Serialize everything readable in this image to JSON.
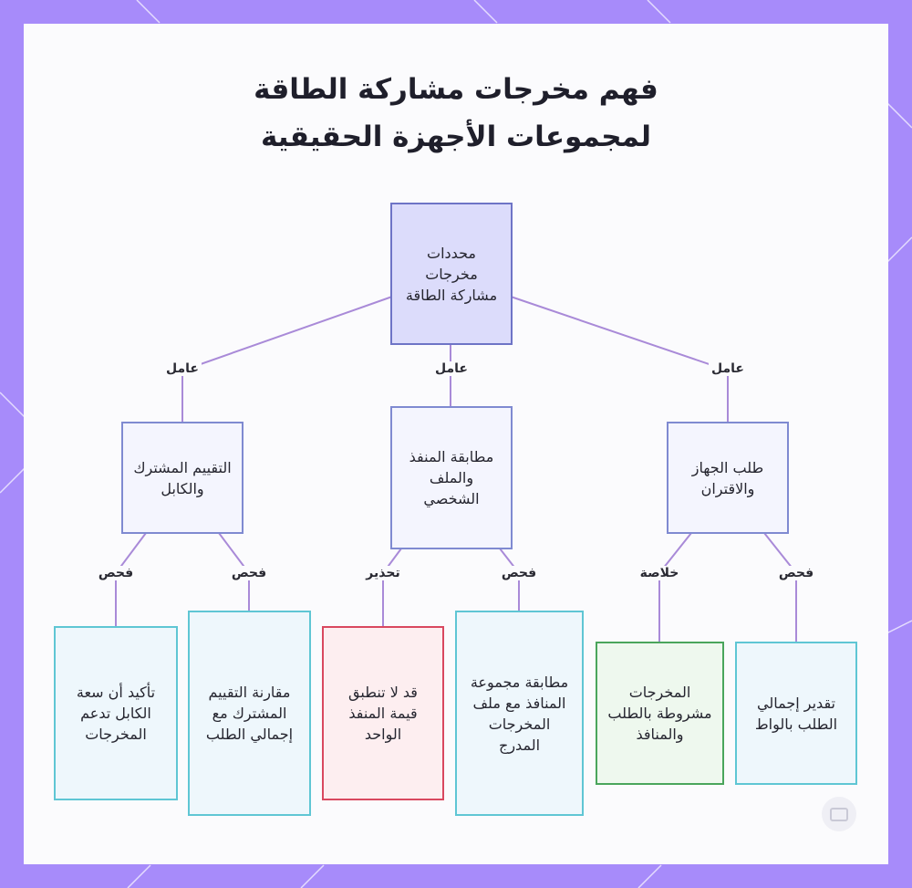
{
  "title": {
    "line1": "فهم مخرجات مشاركة الطاقة",
    "line2": "لمجموعات الأجهزة الحقيقية"
  },
  "nodes": {
    "root": "محددات مخرجات مشاركة الطاقة",
    "device_request": "طلب الجهاز والاقتران",
    "port_profile": "مطابقة المنفذ والملف الشخصي",
    "shared_rating": "التقييم المشترك والكابل",
    "watt_estimate": "تقدير إجمالي الطلب بالواط",
    "conditional_output": "المخرجات مشروطة بالطلب والمنافذ",
    "match_port_group": "مطابقة مجموعة المنافذ مع ملف المخرجات المدرج",
    "single_port_value": "قد لا تنطبق قيمة المنفذ الواحد",
    "compare_rating": "مقارنة التقييم المشترك مع إجمالي الطلب",
    "cable_confirm": "تأكيد أن سعة الكابل تدعم المخرجات"
  },
  "edge_labels": {
    "factor": "عامل",
    "check": "فحص",
    "summary": "خلاصة",
    "warning": "تحذير"
  },
  "colors": {
    "frame": "#a78bfa",
    "edge": "#a98ad8",
    "root_fill": "#dcdcfb",
    "check_border": "#5fc6d4",
    "warning_border": "#d9485f",
    "conclusion_border": "#4aa55c"
  }
}
